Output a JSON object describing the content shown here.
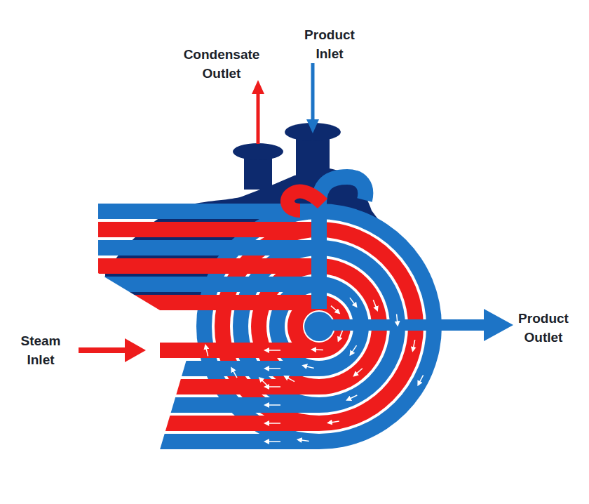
{
  "diagram": {
    "labels": [
      "Condensate Outlet",
      "Product Inlet",
      "Steam Inlet",
      "Product Outlet"
    ]
  }
}
